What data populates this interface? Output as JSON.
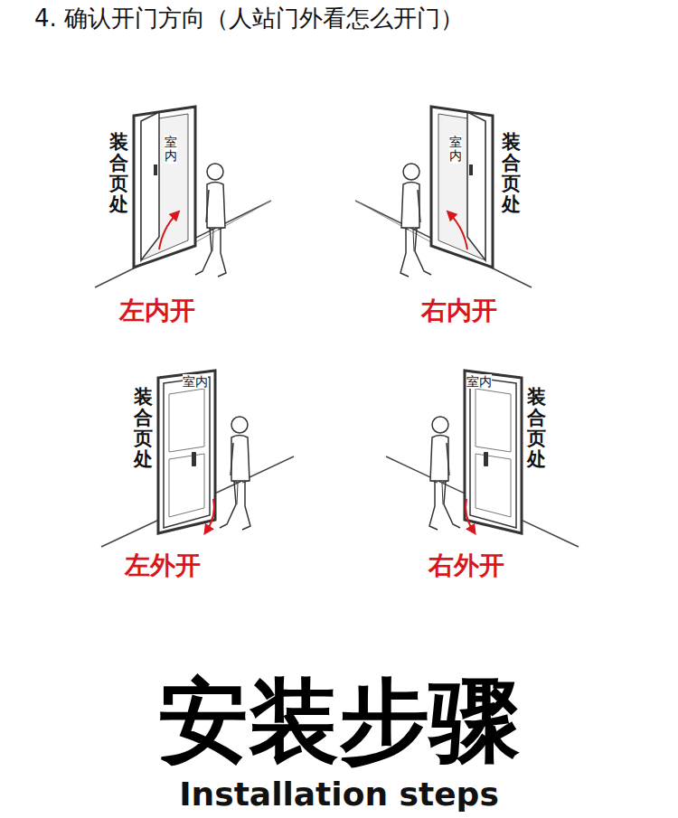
{
  "diagram": {
    "title": "安装步骤",
    "labels": [
      "4. 确认开门方向（人站门外看怎么开门）",
      "装合页处",
      "室内",
      "左内开",
      "室内",
      "装合页处",
      "右内开",
      "装合页处",
      "室内",
      "左外开",
      "室内",
      "装合页处",
      "右外开",
      "Installation steps"
    ]
  }
}
